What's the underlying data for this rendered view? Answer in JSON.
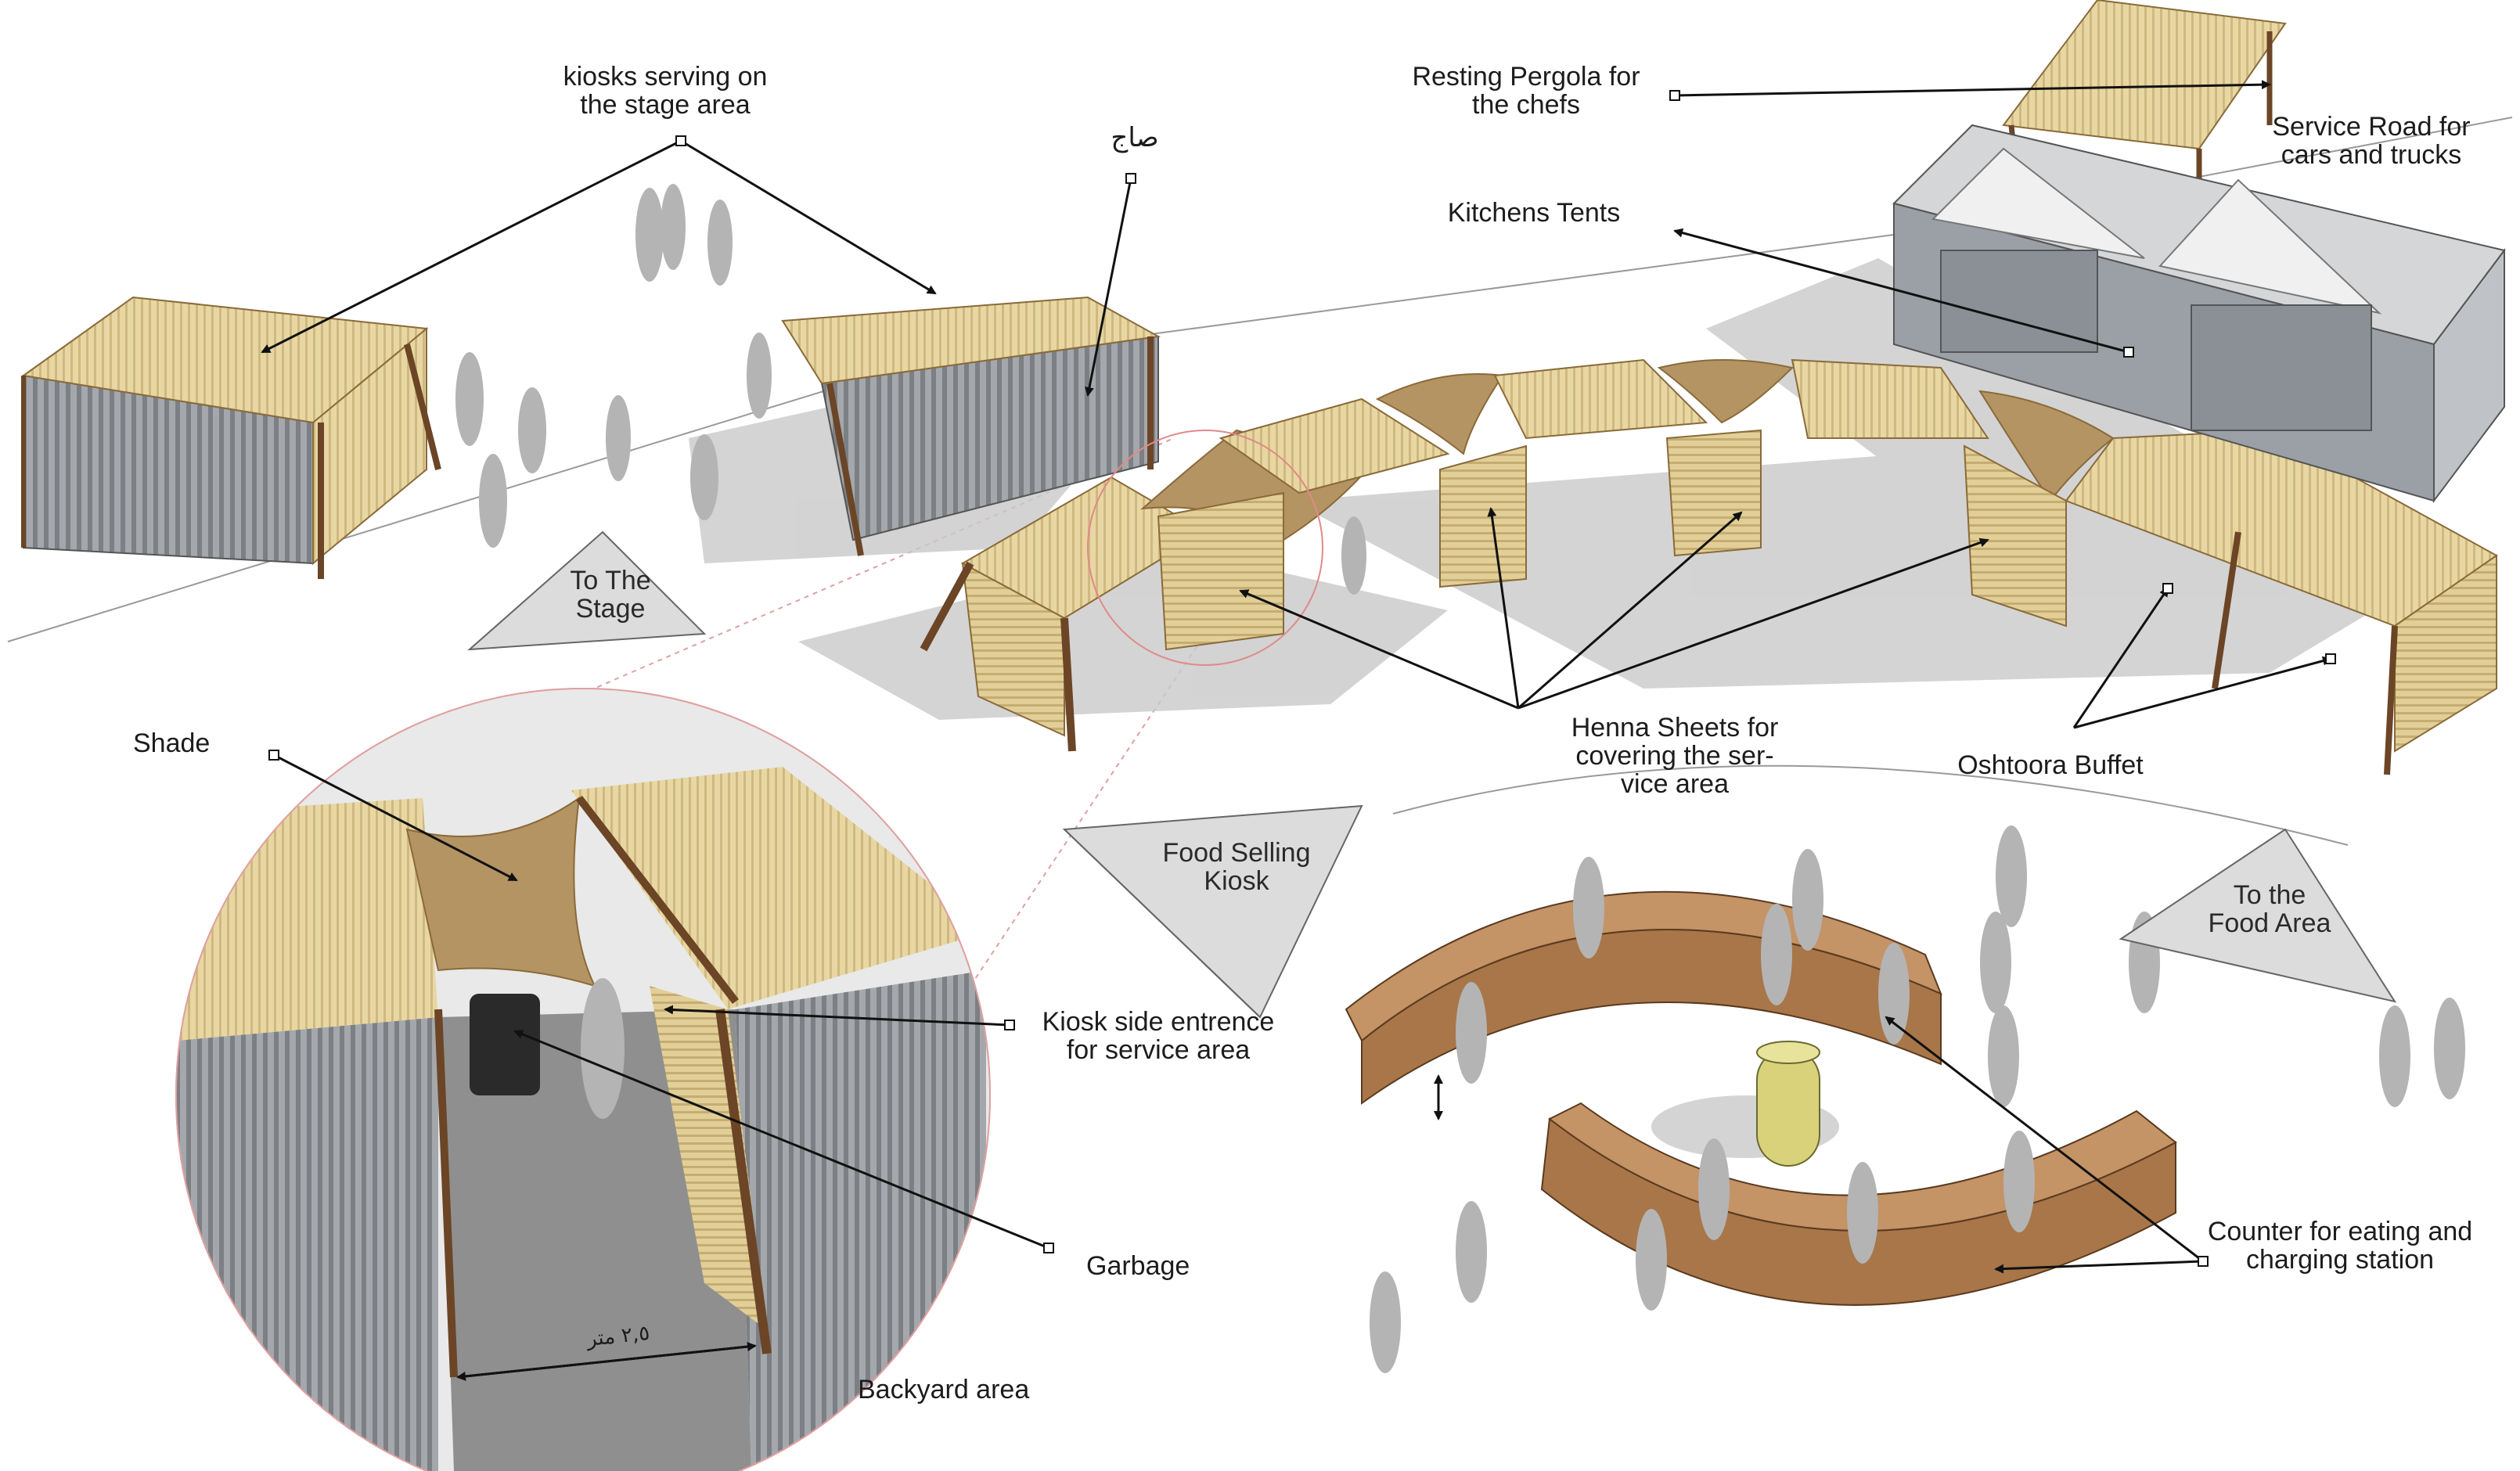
{
  "labels": {
    "kiosks_stage": [
      "kiosks serving on",
      "the stage area"
    ],
    "saj": "صاج",
    "resting_pergola": [
      "Resting Pergola for",
      "the chefs"
    ],
    "service_road": [
      "Service Road for",
      "cars and trucks"
    ],
    "kitchens_tents": "Kitchens Tents",
    "henna_sheets": [
      "Henna Sheets for",
      "covering the ser-",
      "vice area"
    ],
    "oshtoora_buffet": "Oshtoora Buffet",
    "shade": "Shade",
    "kiosk_side_entrance": [
      "Kiosk side entrence",
      "for service area"
    ],
    "garbage": "Garbage",
    "backyard_area": "Backyard area",
    "counter": [
      "Counter for eating and",
      "charging station"
    ],
    "dimension": "٢,٥ متر"
  },
  "signs": {
    "to_stage": [
      "To The",
      "Stage"
    ],
    "food_selling_kiosk": [
      "Food Selling",
      "Kiosk"
    ],
    "to_food_area": [
      "To the",
      "Food Area"
    ]
  },
  "colors": {
    "thatch": "#e6d39c",
    "thatch_dark": "#cdb57a",
    "henna": "#b49463",
    "counter": "#a87648",
    "metal": "#8e9296",
    "wood": "#6b4526",
    "tent_roof": "#d8d8d8",
    "tent_wall": "#9aa0a6",
    "shadow": "#c6c6c6",
    "sign": "#dcdcdc",
    "magnifier": "#f2f2f2"
  }
}
